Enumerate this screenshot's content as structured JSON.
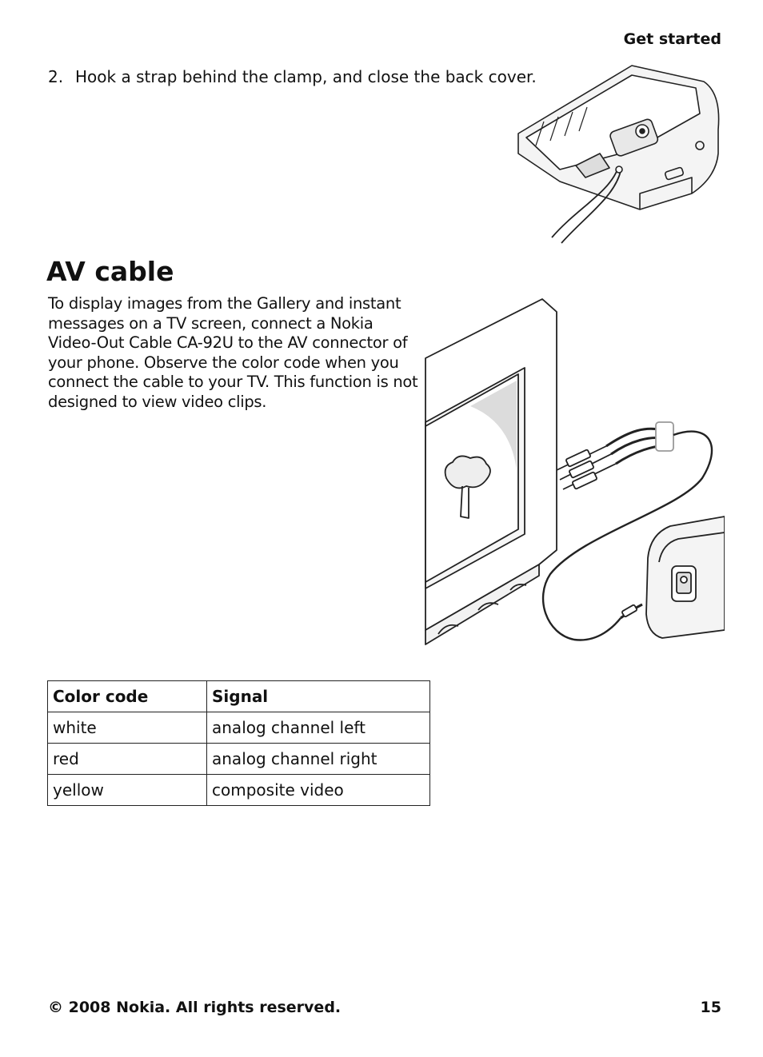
{
  "header": {
    "section": "Get started"
  },
  "step": {
    "number": "2.",
    "text": "Hook a strap behind the clamp, and close the back cover."
  },
  "section": {
    "title": "AV cable",
    "body": "To display images from the Gallery and instant messages on a TV screen, connect a Nokia Video-Out Cable CA-92U to the AV connector of your phone. Observe the color code when you connect the cable to your TV. This function is not designed to view video clips."
  },
  "table": {
    "headers": [
      "Color code",
      "Signal"
    ],
    "rows": [
      [
        "white",
        "analog channel left"
      ],
      [
        "red",
        "analog channel right"
      ],
      [
        "yellow",
        "composite video"
      ]
    ]
  },
  "footer": {
    "copyright": "© 2008 Nokia. All rights reserved.",
    "page": "15"
  }
}
